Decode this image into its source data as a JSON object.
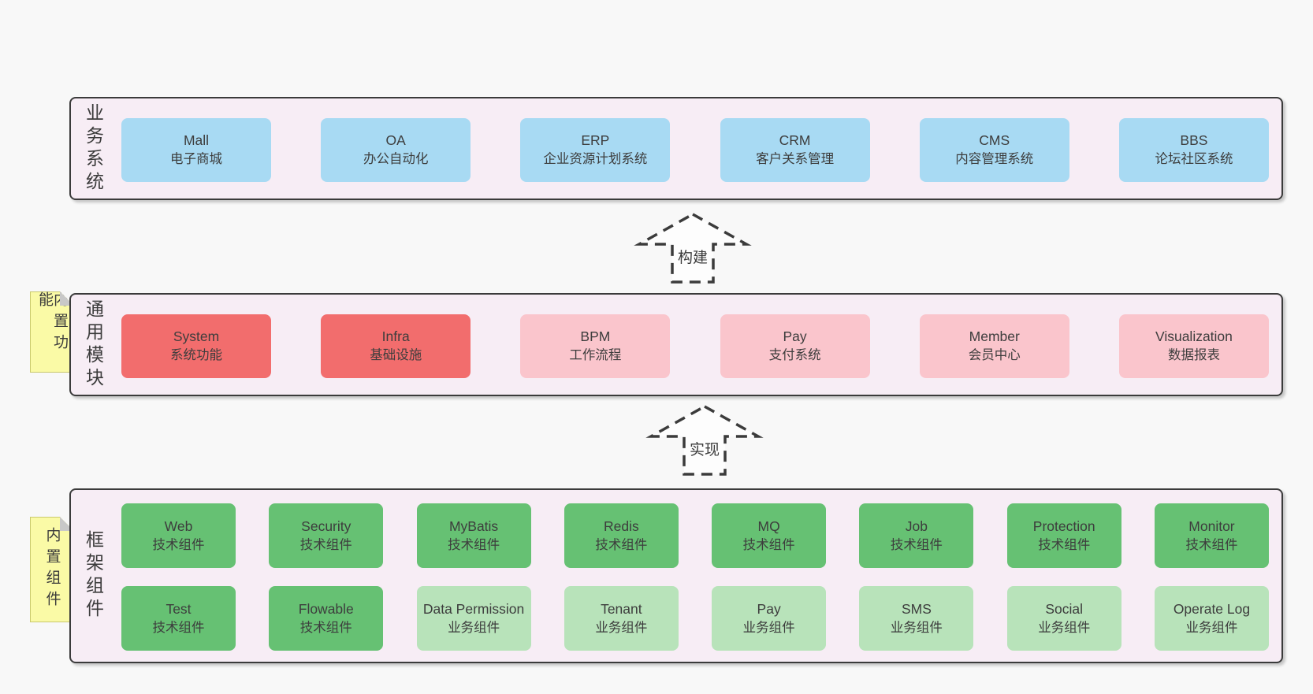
{
  "colors": {
    "page_bg": "#f8f8f8",
    "panel_bg": "#f7edf5",
    "panel_border": "#3b3b3b",
    "blue": "#a8daf3",
    "red": "#f26d6d",
    "pink": "#fac5cc",
    "green_dark": "#66c173",
    "green_light": "#b8e3ba",
    "note_bg": "#fafaa6",
    "note_fold": "#c8c8c8",
    "text": "#3d3d3d"
  },
  "sections": {
    "business": {
      "label": "业务系统",
      "boxes": [
        {
          "title": "Mall",
          "subtitle": "电子商城"
        },
        {
          "title": "OA",
          "subtitle": "办公自动化"
        },
        {
          "title": "ERP",
          "subtitle": "企业资源计划系统"
        },
        {
          "title": "CRM",
          "subtitle": "客户关系管理"
        },
        {
          "title": "CMS",
          "subtitle": "内容管理系统"
        },
        {
          "title": "BBS",
          "subtitle": "论坛社区系统"
        }
      ]
    },
    "modules": {
      "label": "通用模块",
      "note": "内置功能",
      "boxes": [
        {
          "title": "System",
          "subtitle": "系统功能"
        },
        {
          "title": "Infra",
          "subtitle": "基础设施"
        },
        {
          "title": "BPM",
          "subtitle": "工作流程"
        },
        {
          "title": "Pay",
          "subtitle": "支付系统"
        },
        {
          "title": "Member",
          "subtitle": "会员中心"
        },
        {
          "title": "Visualization",
          "subtitle": "数据报表"
        }
      ]
    },
    "components": {
      "label": "框架组件",
      "note": "内置组件",
      "row1": [
        {
          "title": "Web",
          "subtitle": "技术组件"
        },
        {
          "title": "Security",
          "subtitle": "技术组件"
        },
        {
          "title": "MyBatis",
          "subtitle": "技术组件"
        },
        {
          "title": "Redis",
          "subtitle": "技术组件"
        },
        {
          "title": "MQ",
          "subtitle": "技术组件"
        },
        {
          "title": "Job",
          "subtitle": "技术组件"
        },
        {
          "title": "Protection",
          "subtitle": "技术组件"
        },
        {
          "title": "Monitor",
          "subtitle": "技术组件"
        }
      ],
      "row2": [
        {
          "title": "Test",
          "subtitle": "技术组件"
        },
        {
          "title": "Flowable",
          "subtitle": "技术组件"
        },
        {
          "title": "Data Permission",
          "subtitle": "业务组件"
        },
        {
          "title": "Tenant",
          "subtitle": "业务组件"
        },
        {
          "title": "Pay",
          "subtitle": "业务组件"
        },
        {
          "title": "SMS",
          "subtitle": "业务组件"
        },
        {
          "title": "Social",
          "subtitle": "业务组件"
        },
        {
          "title": "Operate Log",
          "subtitle": "业务组件"
        }
      ]
    }
  },
  "arrows": {
    "build": {
      "label": "构建"
    },
    "implement": {
      "label": "实现"
    }
  }
}
